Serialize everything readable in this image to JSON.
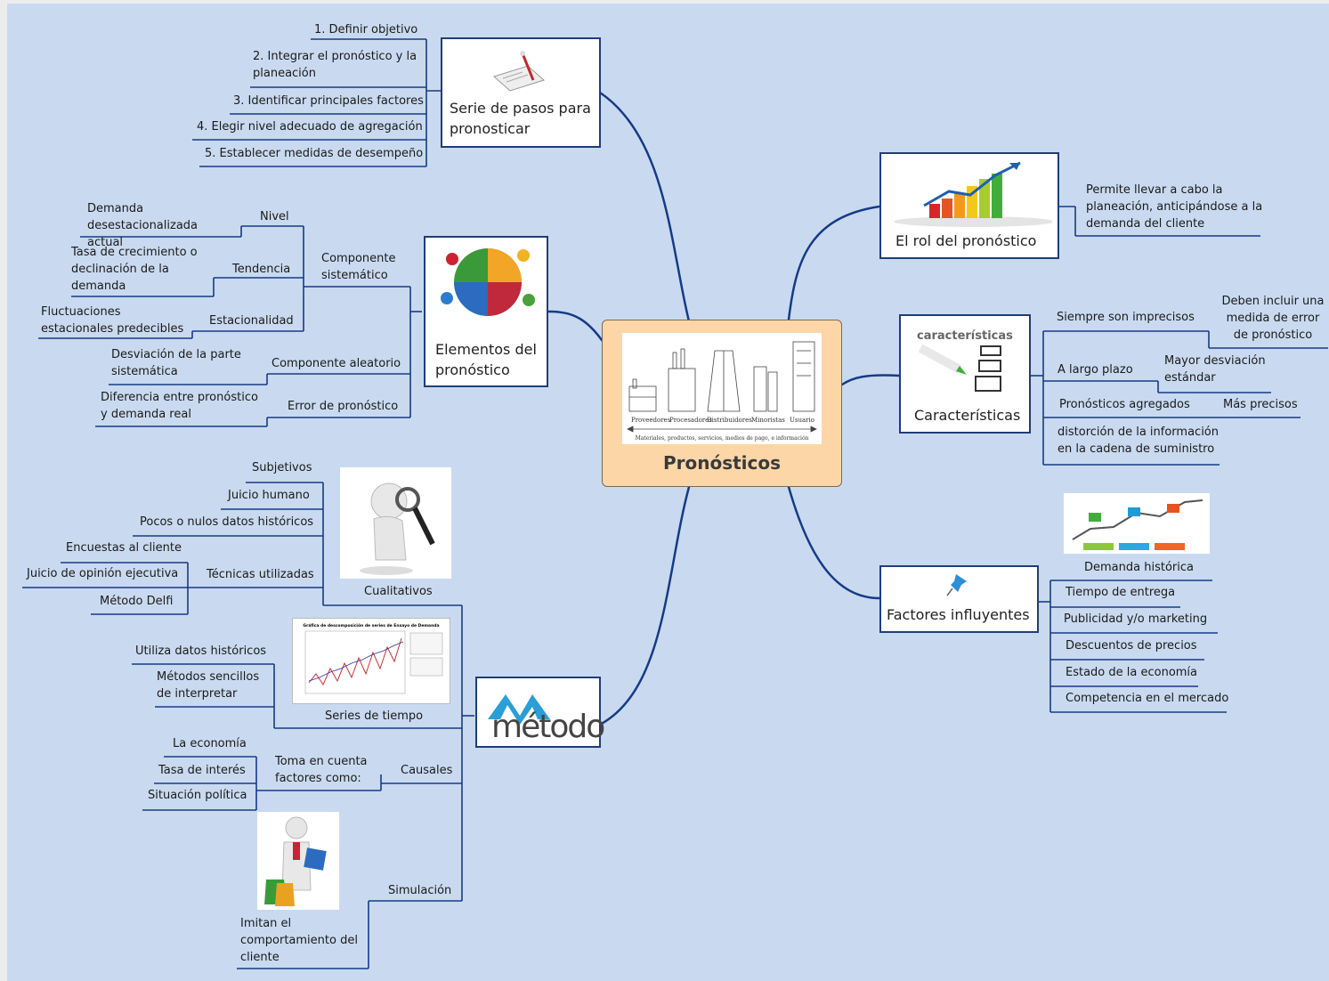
{
  "central": {
    "title": "Pronósticos",
    "supply_chain_stages": [
      "Proveedores",
      "Procesadores",
      "Distribuidores",
      "Minoristas",
      "Usuario"
    ],
    "supply_chain_caption": "Materiales, productos, servicios, medios de pago, e información"
  },
  "colors": {
    "background": "#c9daf0",
    "wire": "#173a86",
    "central_fill": "#fcd6a6",
    "topic_border": "#1f3d7a"
  },
  "serie_pasos": {
    "title": "Serie de pasos para pronosticar",
    "steps": [
      "1. Definir objetivo",
      "2. Integrar el pronóstico y la planeación",
      "3. Identificar principales factores",
      "4. Elegir nivel adecuado de agregación",
      "5. Establecer medidas de desempeño"
    ]
  },
  "elementos": {
    "title": "Elementos del pronóstico",
    "componente_sistematico": "Componente sistemático",
    "nivel": "Nivel",
    "nivel_desc": "Demanda desestacionalizada actual",
    "tendencia": "Tendencia",
    "tendencia_desc": "Tasa  de crecimiento o declinación de la demanda",
    "estacionalidad": "Estacionalidad",
    "estacionalidad_desc": "Fluctuaciones estacionales predecibles",
    "componente_aleatorio": "Componente aleatorio",
    "aleatorio_desc": "Desviación de la parte sistemática",
    "error": "Error de pronóstico",
    "error_desc": "Diferencia entre pronóstico y demanda real"
  },
  "metodo": {
    "title": "método",
    "cualitativos": {
      "label": "Cualitativos",
      "subjetivos": "Subjetivos",
      "juicio_humano": "Juicio humano",
      "pocos_datos": "Pocos o nulos datos históricos",
      "tecnicas": "Técnicas utilizadas",
      "encuestas": "Encuestas al cliente",
      "juicio_opinion": "Juicio de opinión ejecutiva",
      "delfi": "Método Delfi"
    },
    "series": {
      "label": "Series de tiempo",
      "utiliza": "Utiliza datos históricos",
      "metodos_sencillos": "Métodos sencillos de interpretar",
      "thumbnail_title": "Gráfica de descomposición de series de Ensayo de Demanda"
    },
    "causales": {
      "label": "Causales",
      "toma": "Toma en cuenta factores como:",
      "economia": "La economía",
      "tasa": "Tasa de interés",
      "situacion": "Situación política"
    },
    "simulacion": {
      "label": "Simulación",
      "desc": "Imitan el comportamiento del cliente"
    }
  },
  "rol": {
    "title": "El rol del pronóstico",
    "desc": "Permite llevar a cabo la planeación, anticipándose a la demanda del cliente"
  },
  "caracteristicas": {
    "title": "Características",
    "image_word": "características",
    "imprecisos": "Siempre son imprecisos",
    "imprecisos_desc": "Deben incluir una medida de error de pronóstico",
    "largo_plazo": "A largo plazo",
    "largo_desc": "Mayor desviación estándar",
    "agregados": "Pronósticos agregados",
    "agregados_desc": "Más precisos",
    "distorsion": "distorción de la información en la cadena de suministro"
  },
  "factores": {
    "title": "Factores influyentes",
    "items": [
      "Demanda histórica",
      "Tiempo de entrega",
      "Publicidad y/o marketing",
      "Descuentos de precios",
      "Estado de la economía",
      "Competencia en el mercado"
    ]
  },
  "icons": [
    "clipboard-checklist-icon",
    "puzzle-people-icon",
    "magnifier-figure-icon",
    "line-chart-thumbnail-icon",
    "metodo-logo-icon",
    "shopping-figure-icon",
    "bar-chart-growth-icon",
    "checklist-pencil-icon",
    "pushpin-icon",
    "timeline-growth-icon",
    "supply-chain-icon"
  ]
}
